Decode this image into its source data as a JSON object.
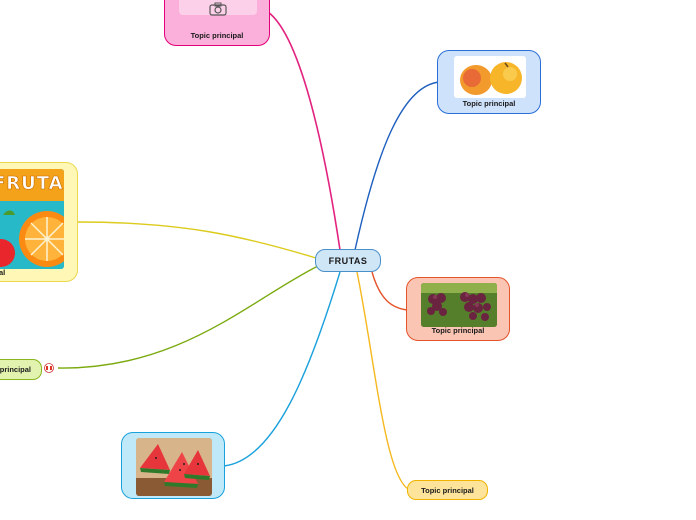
{
  "central": {
    "label": "FRUTAS",
    "fill": "#cfe6f7",
    "border": "#4a90c8"
  },
  "topics": [
    {
      "id": "top",
      "label": "Topic principal",
      "fill": "#fbb0db",
      "border": "#e2007a",
      "line": "#e2237f",
      "icon": "camera-icon"
    },
    {
      "id": "apricot",
      "label": "Topic principal",
      "fill": "#cfe2fb",
      "border": "#2a6fd6",
      "line": "#1f5fbf",
      "icon": "apricot-image"
    },
    {
      "id": "grapes",
      "label": "Topic principal",
      "fill": "#fbc5b3",
      "border": "#e5532b",
      "line": "#e5532b",
      "icon": "grapes-image"
    },
    {
      "id": "yellow-bottom",
      "label": "Topic principal",
      "fill": "#fde49a",
      "border": "#f0b400",
      "line": "#f5b81e"
    },
    {
      "id": "watermelon",
      "label": "",
      "fill": "#bfe9f9",
      "border": "#1aa1dc",
      "line": "#1aa1dc",
      "icon": "watermelon-image"
    },
    {
      "id": "green-left",
      "label": "principal",
      "fill": "#e2f3b0",
      "border": "#8ab61e",
      "line": "#7aaa0e",
      "icon": "flag-icon"
    },
    {
      "id": "frutas-image",
      "label": "al",
      "image_text": "FRUTAS",
      "fill": "#fff7b5",
      "border": "#ecd84e",
      "line": "#dccb1c",
      "icon": "orange-image"
    }
  ]
}
